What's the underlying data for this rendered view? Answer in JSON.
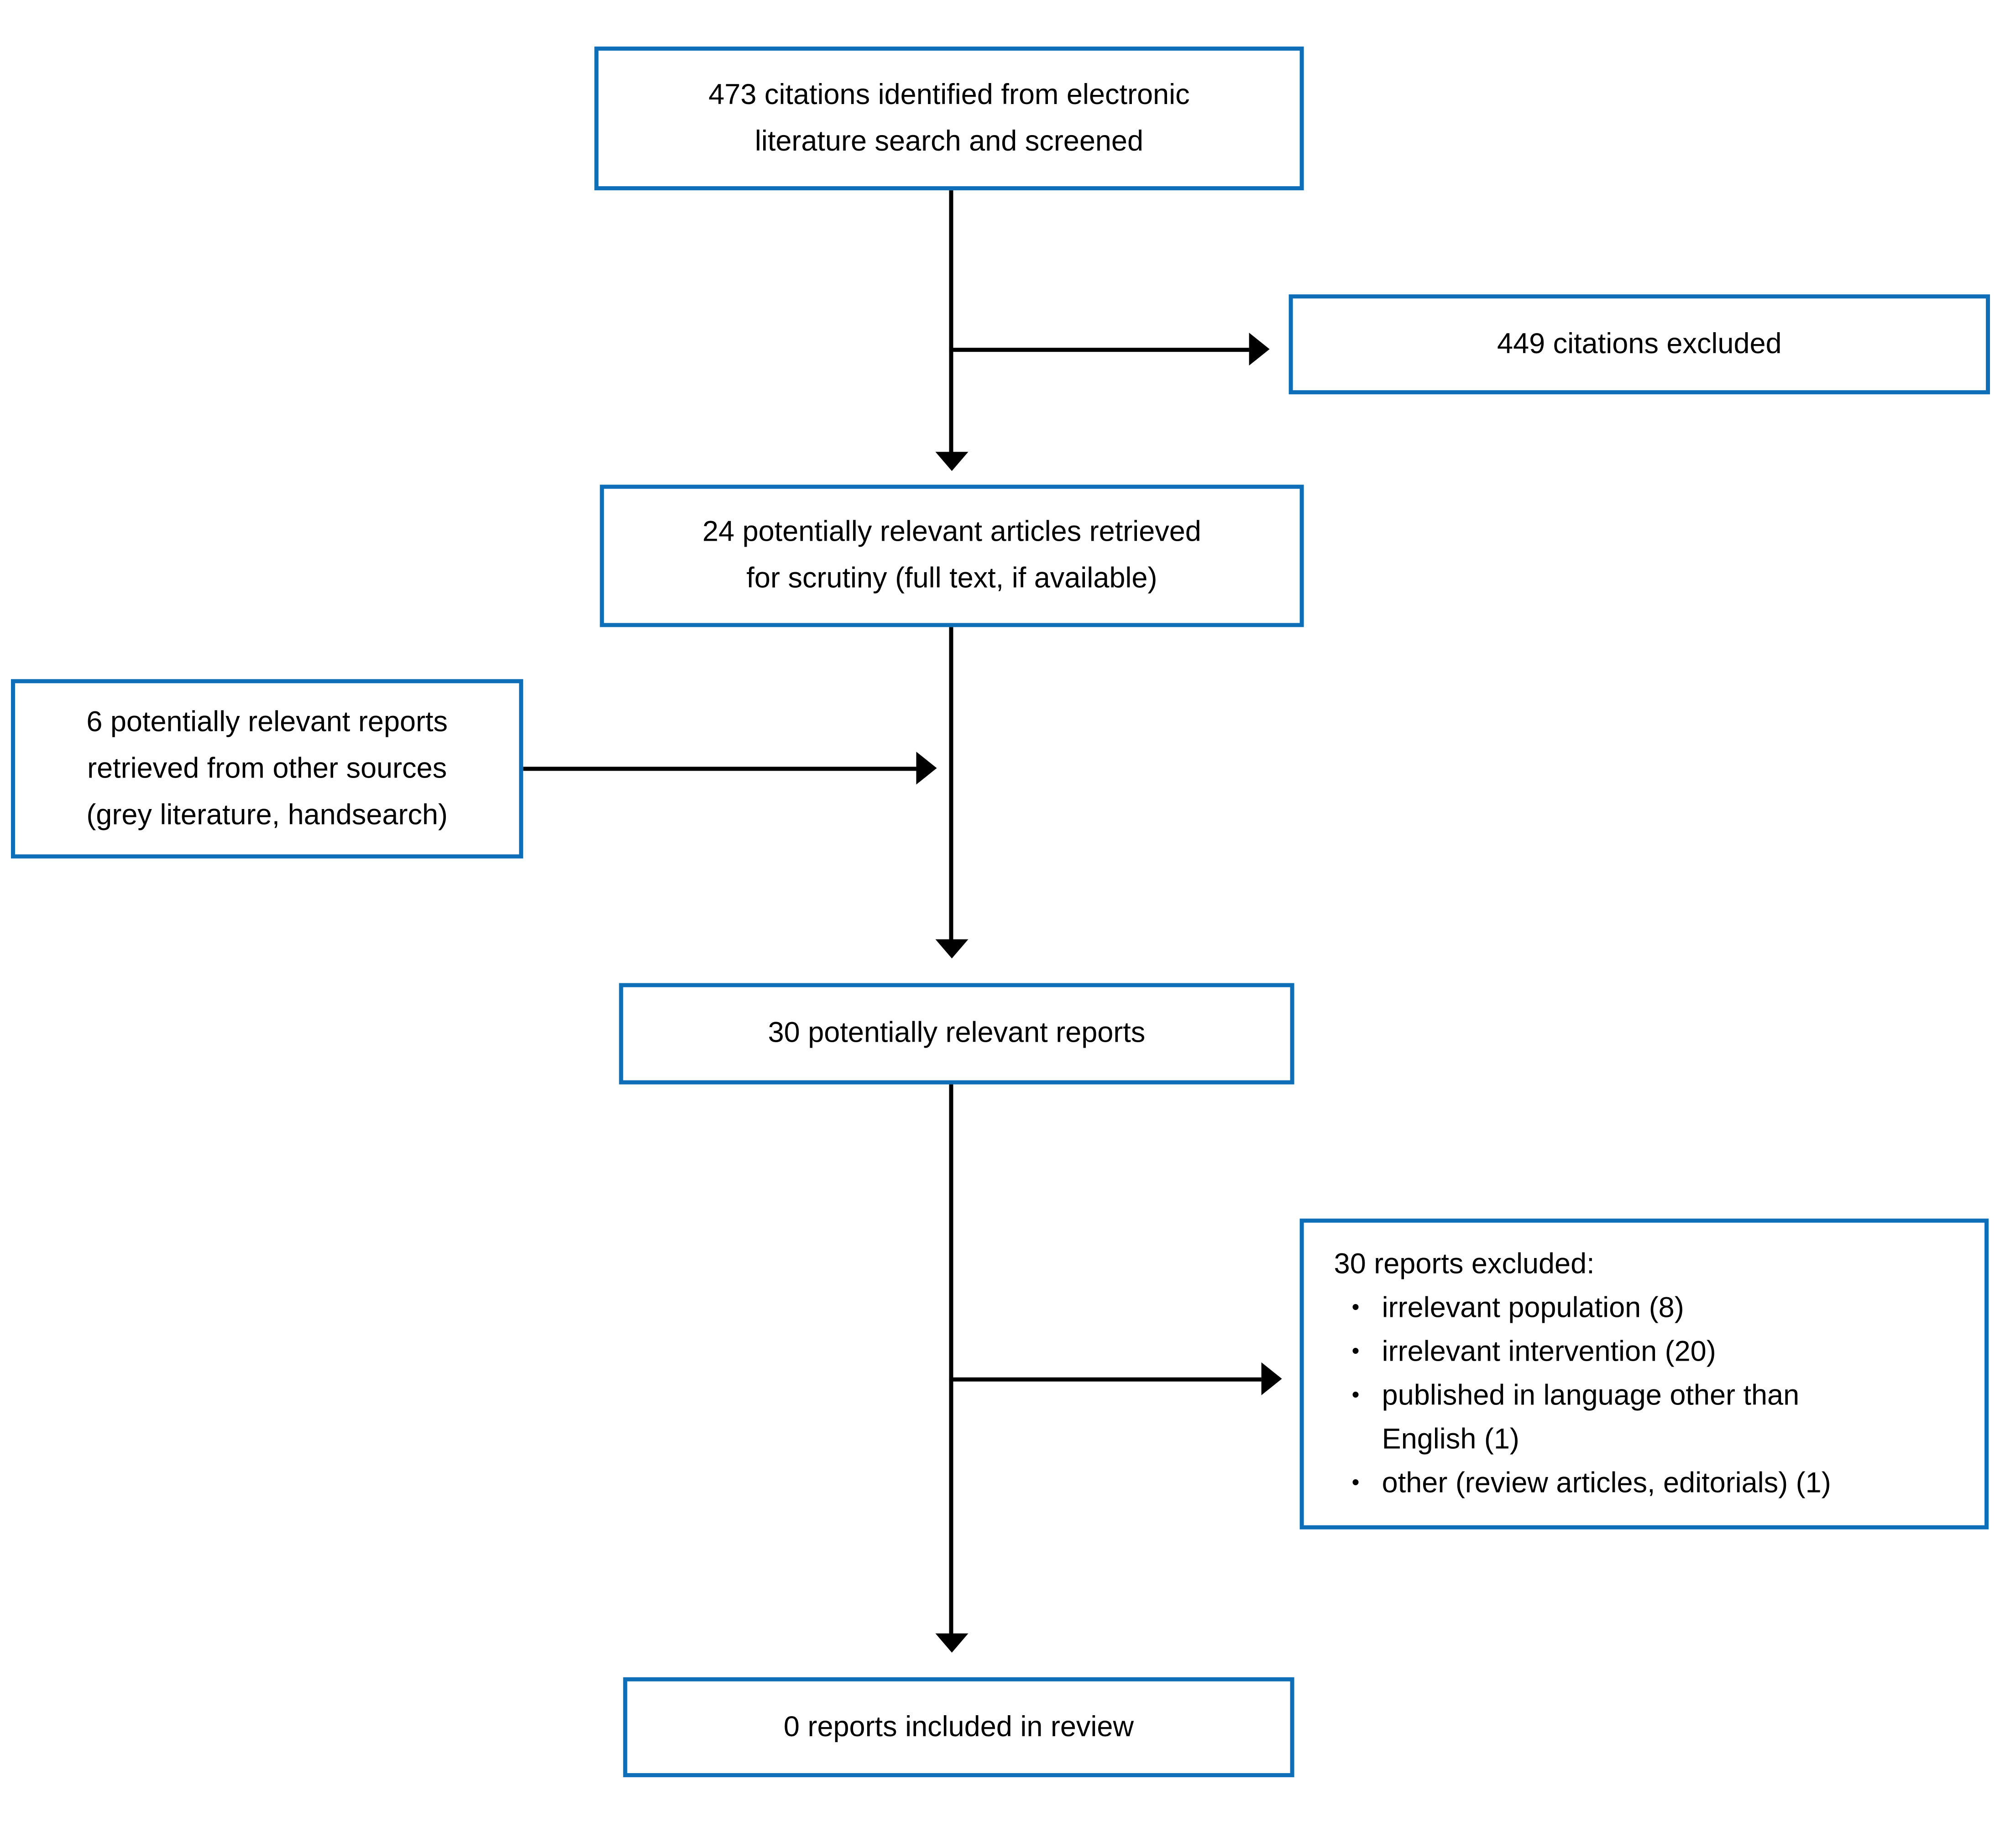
{
  "diagram": {
    "type": "literature-screening-flowchart",
    "colors": {
      "box_border": "#0e6eb8",
      "connector": "#000000",
      "text": "#000000",
      "background": "#ffffff"
    },
    "nodes": {
      "identified": {
        "text": "473 citations identified from electronic\nliterature search and screened"
      },
      "excluded1": {
        "text": "449 citations excluded"
      },
      "retrieved": {
        "text": "24 potentially relevant articles retrieved\nfor scrutiny (full text, if available)"
      },
      "other_sources": {
        "text": "6 potentially relevant reports\nretrieved from other sources\n(grey literature, handsearch)"
      },
      "relevant": {
        "text": "30 potentially relevant reports"
      },
      "excluded2": {
        "title": "30 reports excluded:",
        "bullet": "•",
        "items": [
          "irrelevant population (8)",
          "irrelevant intervention (20)",
          "published in language other than\nEnglish (1)",
          "other (review articles, editorials) (1)"
        ]
      },
      "included": {
        "text": "0 reports included in review"
      }
    }
  }
}
